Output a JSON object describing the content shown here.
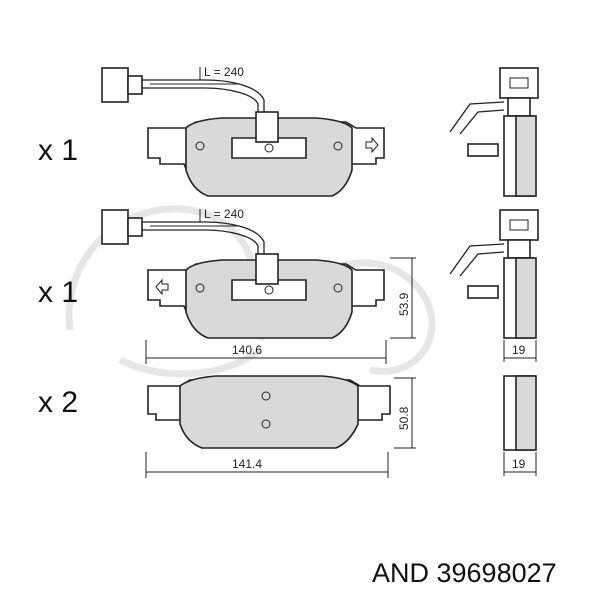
{
  "rows": [
    {
      "quantity": "x 1",
      "sensor_label": "L = 240",
      "width_label": "",
      "height_label": "",
      "thickness_label": ""
    },
    {
      "quantity": "x 1",
      "sensor_label": "L = 240",
      "width_label": "140.6",
      "height_label": "53.9",
      "thickness_label": "19"
    },
    {
      "quantity": "x 2",
      "sensor_label": "",
      "width_label": "141.4",
      "height_label": "50.8",
      "thickness_label": "19"
    }
  ],
  "caption": "AND 39698027",
  "colors": {
    "pad_fill": "#d9d9d9",
    "outline": "#222222",
    "watermark": "#e6e6e6"
  },
  "icons": [
    "arrow-right-icon",
    "arrow-left-icon",
    "connector-plug-icon"
  ]
}
